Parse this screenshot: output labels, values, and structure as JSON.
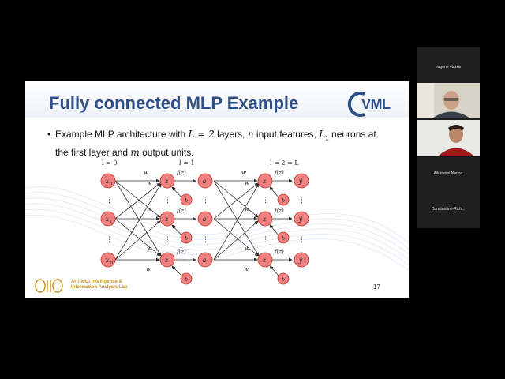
{
  "slide": {
    "title": "Fully connected MLP Example",
    "logo_text": "VML",
    "bullet": {
      "prefix": "Example MLP architecture with ",
      "L_expr": "L = 2",
      "mid1": " layers, ",
      "n_var": "n",
      "mid2": " input features, ",
      "L1_var": "L",
      "L1_sub": "1",
      "mid3": " neurons at",
      "line2_prefix": "the first layer and ",
      "m_var": "m",
      "line2_suffix": " output units."
    },
    "layer_labels": [
      "l = 0",
      "l = 1",
      "l = 2 = L"
    ],
    "input_nodes": [
      "x",
      "x",
      "x"
    ],
    "input_subs": [
      "1",
      "i",
      "n"
    ],
    "hidden_nodes": [
      "z",
      "z",
      "z"
    ],
    "footer": {
      "line1": "Artificial Intelligence &",
      "line2": "Information Analysis Lab"
    },
    "slide_number": "17",
    "colors": {
      "title": "#2d4e86",
      "node_fill": "#f08080",
      "node_stroke": "#c0392b",
      "footer": "#c7901e"
    }
  },
  "participants": [
    {
      "name": "eugene vlazos"
    },
    {
      "name": ""
    },
    {
      "name": "Aikaterini Nanou"
    },
    {
      "name": "Constantine-Rich..."
    }
  ]
}
